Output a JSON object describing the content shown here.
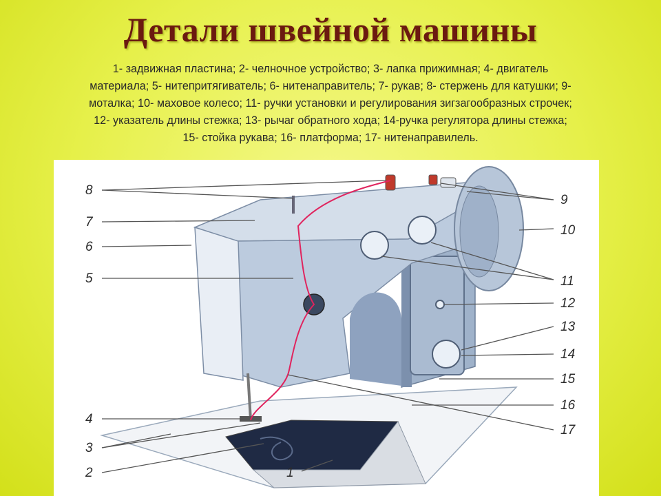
{
  "title": "Детали швейной машины",
  "legend_lines": [
    "1- задвижная пластина; 2- челночное устройство; 3- лапка прижимная; 4- двигатель",
    "материала; 5- нитепритягиватель; 6- нитенаправитель; 7- рукав; 8- стержень для катушки; 9-",
    "моталка; 10- маховое колесо; 11- ручки установки и регулирования зигзагообразных строчек;",
    "12- указатель длины стежка; 13- рычаг обратного хода; 14-ручка регулятора длины стежка;",
    "15- стойка рукава; 16- платформа; 17- нитенаправилель."
  ],
  "callouts": {
    "n1": "1",
    "n2": "2",
    "n3": "3",
    "n4": "4",
    "n5": "5",
    "n6": "6",
    "n7": "7",
    "n8": "8",
    "n9": "9",
    "n10": "10",
    "n11": "11",
    "n12": "12",
    "n13": "13",
    "n14": "14",
    "n15": "15",
    "n16": "16",
    "n17": "17"
  },
  "colors": {
    "background": "#e6f04a",
    "title": "#6b1a10",
    "machine_body": "#c9d6e6",
    "machine_shadow": "#8fa4bf",
    "thread": "#e0245e"
  }
}
